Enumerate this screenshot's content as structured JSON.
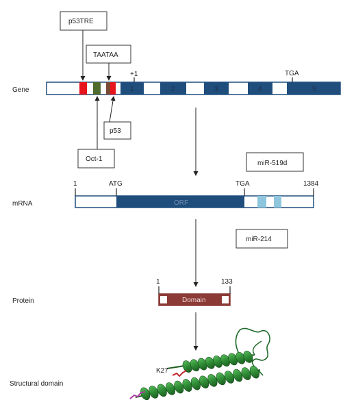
{
  "row_labels": {
    "gene": "Gene",
    "mrna": "mRNA",
    "protein": "Protein",
    "structural": "Structural domain"
  },
  "gene": {
    "exons": [
      "1",
      "2",
      "3",
      "4",
      "5"
    ],
    "plus_one": "+1",
    "tga": "TGA"
  },
  "callouts": {
    "p53tre": "p53TRE",
    "taataa": "TAATAA",
    "p53": "p53",
    "oct1": "Oct-1",
    "mir519d": "miR-519d",
    "mir214": "miR-214"
  },
  "mrna": {
    "start": "1",
    "atg": "ATG",
    "tga": "TGA",
    "end": "1384",
    "orf": "ORF"
  },
  "protein": {
    "start": "1",
    "end": "133",
    "domain": "Domain"
  },
  "structure": {
    "residue": "K27"
  },
  "colors": {
    "exon_blue": "#1f4e7d",
    "p53tre_red": "#e8141c",
    "oct1_green": "#4f6b2d",
    "taataa_brown": "#7a4a35",
    "utr_light_blue": "#8ec6dd",
    "domain_red": "#8b3a36",
    "helix_green": "#2e8b34"
  }
}
